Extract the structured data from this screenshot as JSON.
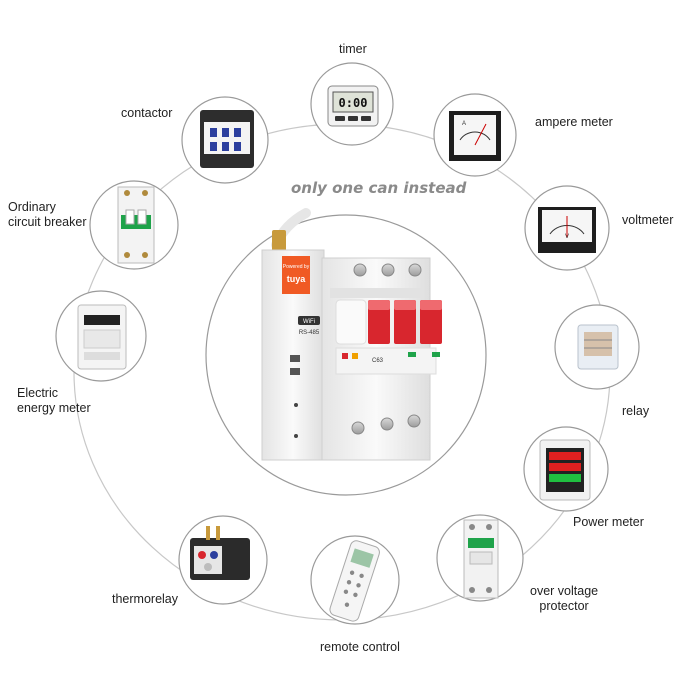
{
  "tagline": "only one can instead",
  "devices": {
    "timer": "timer",
    "contactor": "contactor",
    "ampere_meter": "ampere meter",
    "circuit_breaker": "Ordinary\ncircuit breaker",
    "voltmeter": "voltmeter",
    "energy_meter": "Electric\nenergy meter",
    "relay": "relay",
    "power_meter": "Power meter",
    "thermorelay": "thermorelay",
    "remote_control": "remote control",
    "over_voltage": "over voltage\nprotector"
  },
  "product_text": {
    "brand_top": "Powered by",
    "brand": "tuya",
    "wifi": "WiFi",
    "rs485": "RS-485",
    "rating": "C63",
    "timer_display": "0:00"
  },
  "colors": {
    "ring": "#c8c8c8",
    "circle_stroke": "#9a9a9a",
    "breaker_red": "#d8262e",
    "body_white": "#f2f2f2",
    "brand_orange": "#f05a24",
    "green": "#1fa34a"
  }
}
